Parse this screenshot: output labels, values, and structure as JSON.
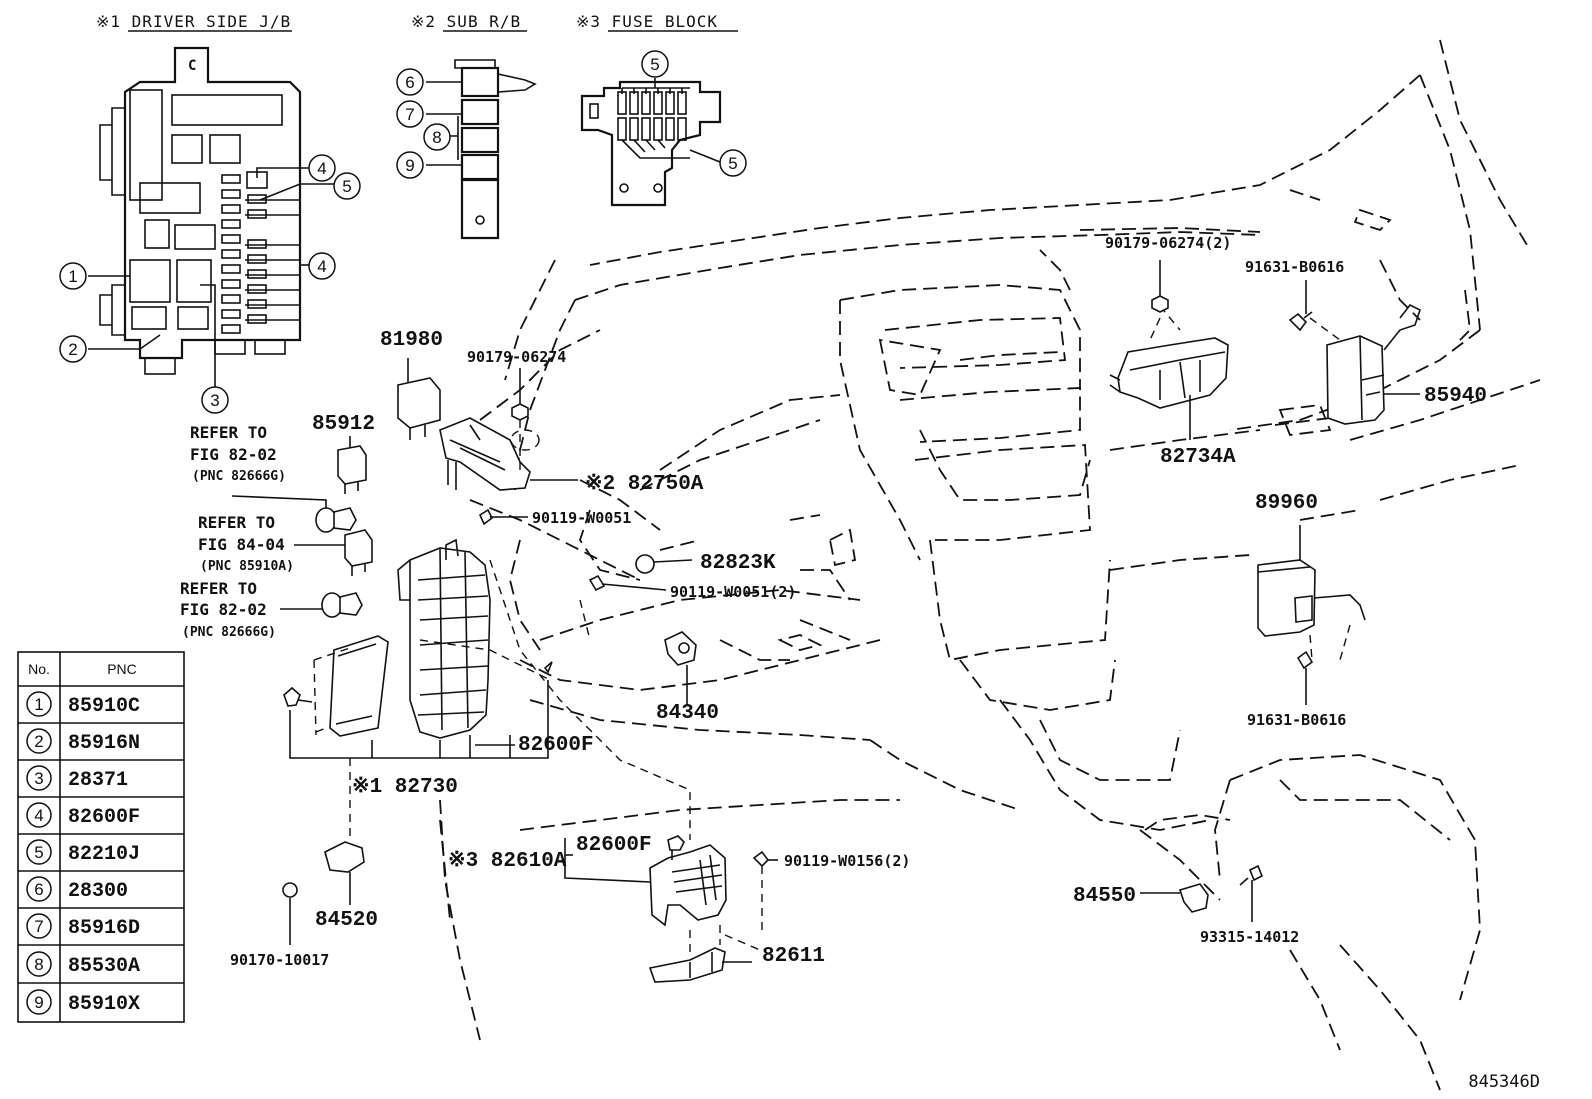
{
  "headers": {
    "driver_jb": "※1 DRIVER SIDE J/B",
    "sub_rb": "※2 SUB R/B",
    "fuse_block": "※3 FUSE BLOCK"
  },
  "jb_letter": "C",
  "callout_numbers": [
    "1",
    "2",
    "3",
    "4",
    "5",
    "6",
    "7",
    "8",
    "9"
  ],
  "refers": [
    {
      "line1": "REFER TO",
      "line2": "FIG 82-02",
      "line3": "(PNC 82666G)"
    },
    {
      "line1": "REFER TO",
      "line2": "FIG 84-04",
      "line3": "(PNC 85910A)"
    },
    {
      "line1": "REFER TO",
      "line2": "FIG 82-02",
      "line3": "(PNC 82666G)"
    }
  ],
  "parts": {
    "p81980": "81980",
    "p85912": "85912",
    "p90179_06274": "90179-06274",
    "p82750A": "※2 82750A",
    "p90119_W0051": "90119-W0051",
    "p82823K": "82823K",
    "p90119_W0051_2": "90119-W0051(2)",
    "p84340": "84340",
    "p82600F_a": "82600F",
    "p82730": "※1 82730",
    "p84520": "84520",
    "p90170_10017": "90170-10017",
    "p82600F_b": "82600F",
    "p82610A": "※3 82610A",
    "p90119_W0156_2": "90119-W0156(2)",
    "p82611": "82611",
    "p90179_06274_2": "90179-06274(2)",
    "p91631_B0616_a": "91631-B0616",
    "p85940": "85940",
    "p82734A": "82734A",
    "p89960": "89960",
    "p91631_B0616_b": "91631-B0616",
    "p84550": "84550",
    "p93315_14012": "93315-14012"
  },
  "pnc_table": {
    "col_no": "No.",
    "col_pnc": "PNC",
    "rows": [
      {
        "no": "1",
        "pnc": "85910C"
      },
      {
        "no": "2",
        "pnc": "85916N"
      },
      {
        "no": "3",
        "pnc": "28371"
      },
      {
        "no": "4",
        "pnc": "82600F"
      },
      {
        "no": "5",
        "pnc": "82210J"
      },
      {
        "no": "6",
        "pnc": "28300"
      },
      {
        "no": "7",
        "pnc": "85916D"
      },
      {
        "no": "8",
        "pnc": "85530A"
      },
      {
        "no": "9",
        "pnc": "85910X"
      }
    ]
  },
  "figure_id": "845346D"
}
